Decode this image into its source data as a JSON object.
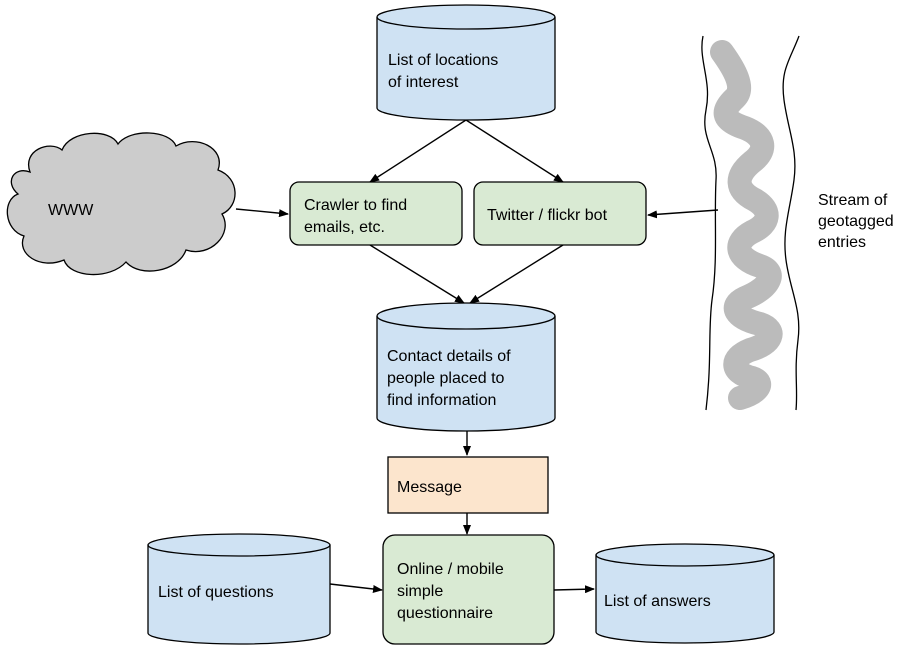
{
  "nodes": {
    "locations_db": {
      "lines": [
        "List of locations",
        "of interest"
      ]
    },
    "www_cloud": {
      "label": "WWW"
    },
    "crawler": {
      "lines": [
        "Crawler to find",
        "emails, etc."
      ]
    },
    "twitter_bot": {
      "lines": [
        "Twitter / flickr bot"
      ]
    },
    "stream_label": {
      "lines": [
        "Stream of",
        "geotagged",
        "entries"
      ]
    },
    "contacts_db": {
      "lines": [
        "Contact details of",
        "people placed to",
        "find information"
      ]
    },
    "message": {
      "lines": [
        "Message"
      ]
    },
    "questions_db": {
      "lines": [
        "List of questions"
      ]
    },
    "questionnaire": {
      "lines": [
        "Online / mobile",
        "simple",
        "questionnaire"
      ]
    },
    "answers_db": {
      "lines": [
        "List of answers"
      ]
    }
  },
  "colors": {
    "database_fill": "#cfe2f3",
    "process_fill": "#d9ead3",
    "message_fill": "#fce5cd",
    "cloud_fill": "#cccccc",
    "stream_fill": "#bbbbbb",
    "stroke": "#000000"
  }
}
